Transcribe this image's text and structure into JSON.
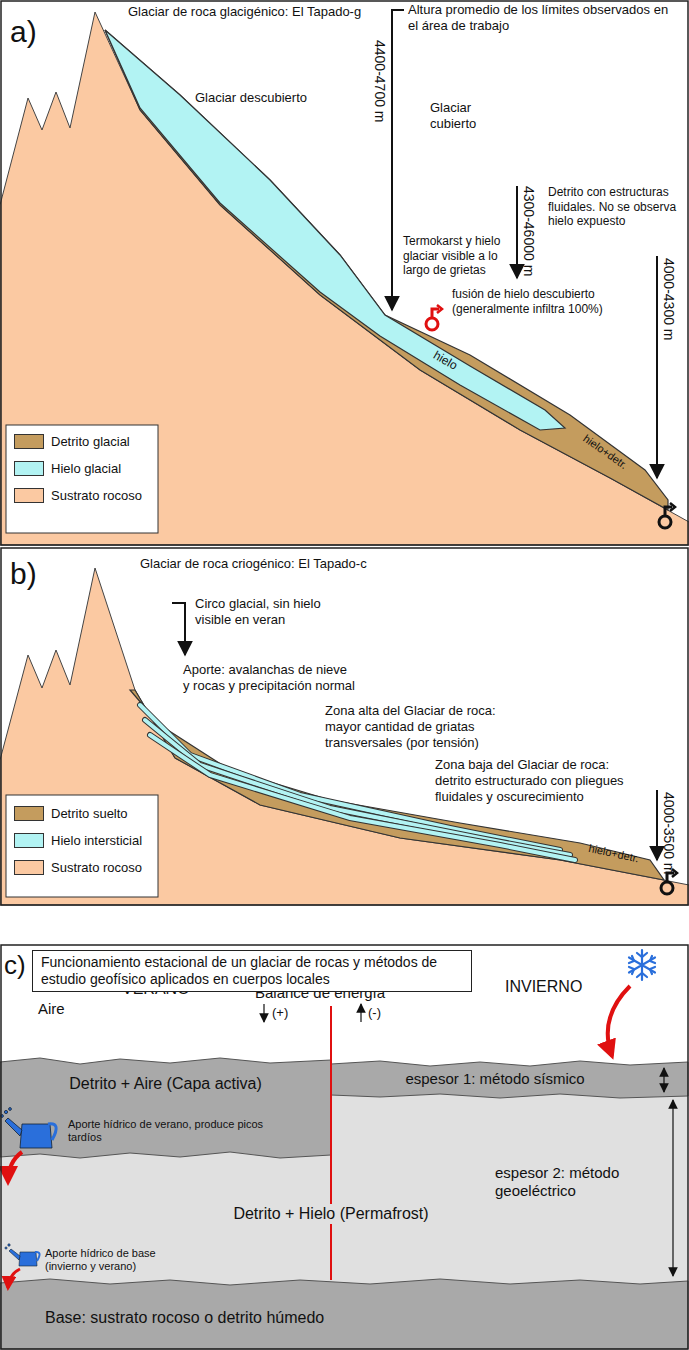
{
  "diagram": {
    "nodes": [
      {
        "text": [
          "Funcionamiento estacional de un glaciar de rocas y métodos de estudio geofísico aplicados en cuerpos locales"
        ]
      },
      {
        "text": [
          "Detrito + Aire (Capa activa)"
        ]
      },
      {
        "text": [
          "espesor 1: método sísmico"
        ]
      },
      {
        "text": [
          "Detrito + Hielo (Permafrost)"
        ]
      },
      {
        "text": [
          "Base: sustrato rocoso o detrito húmedo"
        ]
      }
    ],
    "labels": [
      "a)",
      "Glaciar de roca glacigénico: El Tapado-g",
      "Altura promedio de los límites observados en el área de trabajo",
      "Glaciar descubierto",
      "4400-4700 m",
      "Glaciar cubierto",
      "4300-46000 m",
      "Detrito con estructuras fluidales. No se observa hielo expuesto",
      "Termokarst y hielo glaciar visible a lo largo de grietas",
      "fusión de hielo descubierto (generalmente infiltra 100%)",
      "hielo",
      "4000-4300 m",
      "hielo+detr.",
      "b)",
      "Glaciar de roca criogénico: El Tapado-c",
      "Circo glacial, sin hielo visible en veran",
      "Aporte: avalanchas de nieve y rocas y precipitación normal",
      "Zona alta del Glaciar de roca: mayor cantidad de griatas transversales (por tensión)",
      "Zona baja del Glaciar de roca: detrito estructurado con pliegues fluidales y oscurecimiento",
      "4000-3500 m",
      "hielo+detr.",
      "c)",
      "Aire",
      "VERANO",
      "Balance de energía",
      "(+)",
      "(-)",
      "INVIERNO",
      "Aporte hídrico de verano, produce picos tardíos",
      "espesor 2: método geoeléctrico",
      "Aporte hídrico de base (invierno y verano)"
    ],
    "legend": [
      {
        "text": "Detrito glacial",
        "color": "#c49c5e"
      },
      {
        "text": "Hielo glacial",
        "color": "#b2f3f3"
      },
      {
        "text": "Sustrato rocoso",
        "color": "#fbc9a2"
      },
      {
        "text": "Detrito suelto",
        "color": "#c49c5e"
      },
      {
        "text": "Hielo intersticial",
        "color": "#b2f3f3"
      },
      {
        "text": "Sustrato rocoso",
        "color": "#fbc9a2"
      }
    ]
  }
}
